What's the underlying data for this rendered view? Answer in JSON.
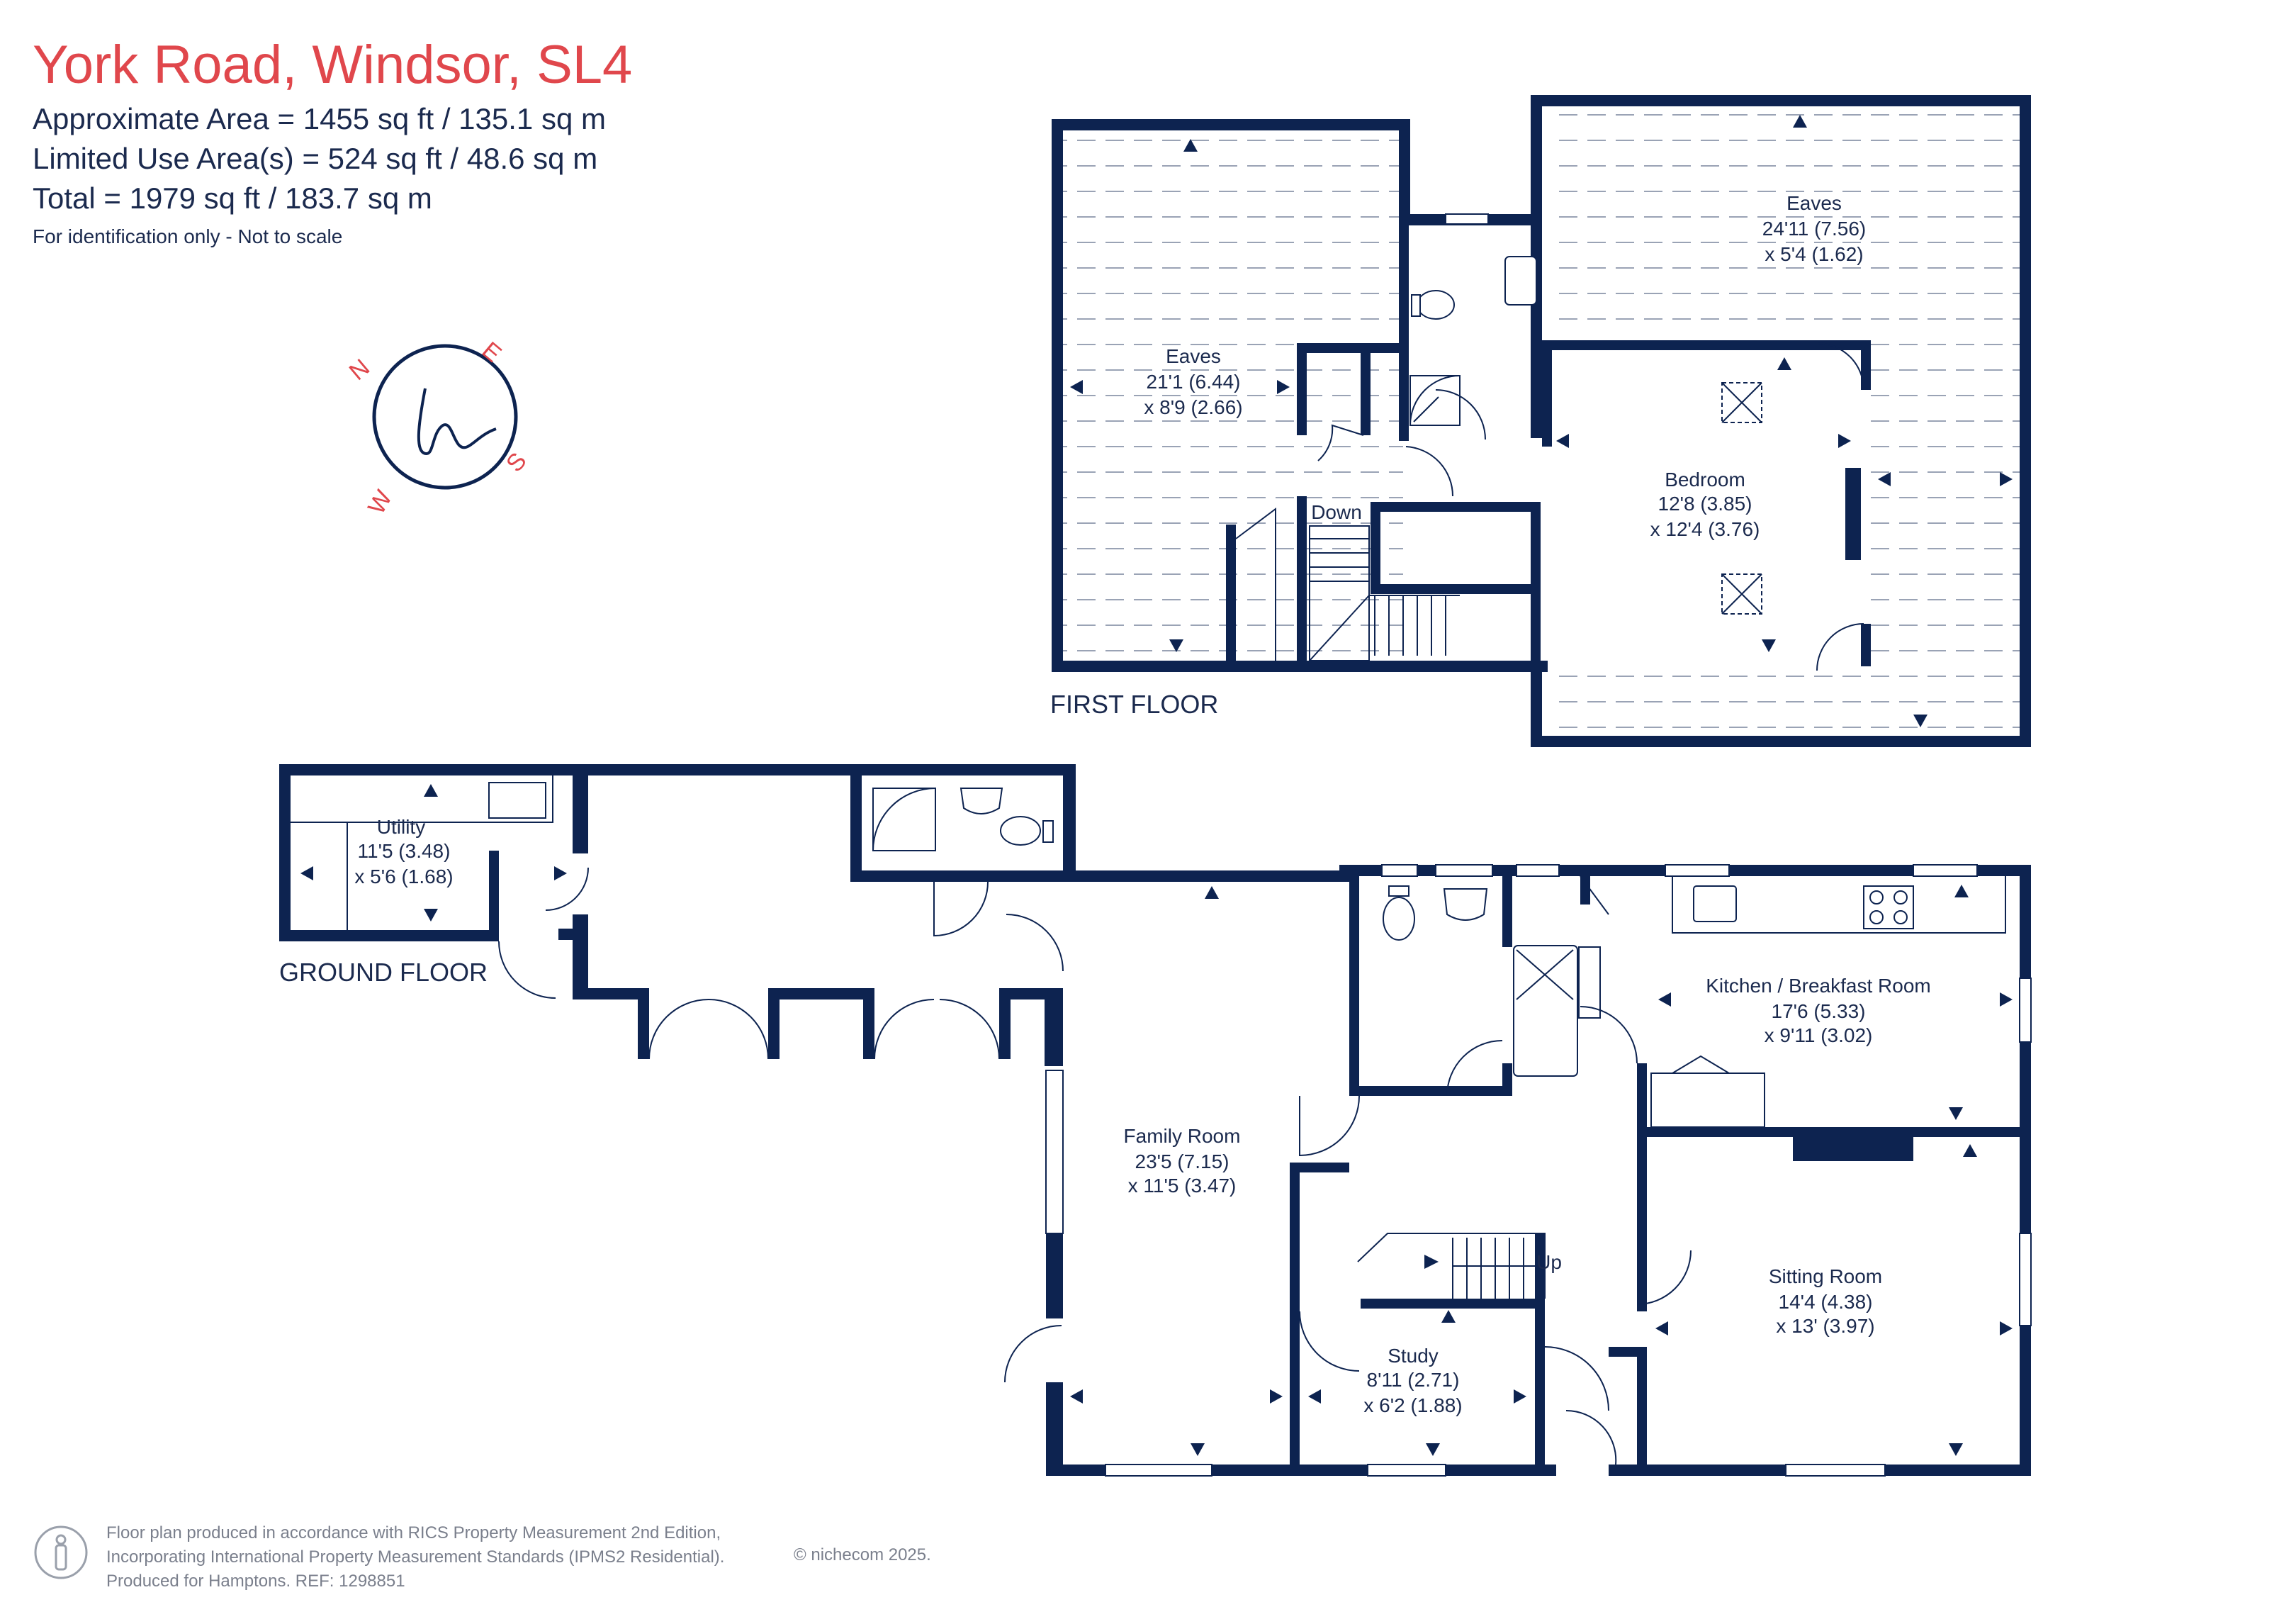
{
  "header": {
    "title": "York Road, Windsor, SL4",
    "area_approx": "Approximate Area = 1455 sq ft / 135.1 sq m",
    "area_limited": "Limited Use Area(s) = 524 sq ft / 48.6 sq m",
    "area_total": "Total = 1979 sq ft / 183.7 sq m",
    "note": "For identification only - Not to scale"
  },
  "compass": {
    "n": "N",
    "e": "E",
    "s": "S",
    "w": "W",
    "logo_letter": "h"
  },
  "floors": {
    "first": "FIRST FLOOR",
    "ground": "GROUND FLOOR"
  },
  "rooms": {
    "eaves_left": {
      "name": "Eaves",
      "dim1": "21'1 (6.44)",
      "dim2": "x 8'9 (2.66)"
    },
    "eaves_right": {
      "name": "Eaves",
      "dim1": "24'11 (7.56)",
      "dim2": "x 5'4 (1.62)"
    },
    "bedroom": {
      "name": "Bedroom",
      "dim1": "12'8 (3.85)",
      "dim2": "x 12'4 (3.76)"
    },
    "utility": {
      "name": "Utility",
      "dim1": "11'5 (3.48)",
      "dim2": "x 5'6 (1.68)"
    },
    "kitchen": {
      "name": "Kitchen / Breakfast Room",
      "dim1": "17'6 (5.33)",
      "dim2": "x 9'11 (3.02)"
    },
    "family": {
      "name": "Family Room",
      "dim1": "23'5 (7.15)",
      "dim2": "x 11'5 (3.47)"
    },
    "sitting": {
      "name": "Sitting Room",
      "dim1": "14'4 (4.38)",
      "dim2": "x 13' (3.97)"
    },
    "study": {
      "name": "Study",
      "dim1": "8'11 (2.71)",
      "dim2": "x 6'2 (1.88)"
    }
  },
  "stairs": {
    "down": "Down",
    "up": "Up"
  },
  "footer": {
    "line1": "Floor plan produced in accordance with RICS Property Measurement 2nd Edition,",
    "line2": "Incorporating International Property Measurement Standards (IPMS2 Residential).",
    "line3": "Produced for Hamptons.   REF:  1298851",
    "copyright": "© nichecom 2025."
  },
  "colors": {
    "title": "#e0474c",
    "wall": "#0d2350",
    "text": "#1b2a4e",
    "footer": "#7a7f8c"
  },
  "icons": [
    "compass-logo-icon",
    "person-scale-icon"
  ]
}
